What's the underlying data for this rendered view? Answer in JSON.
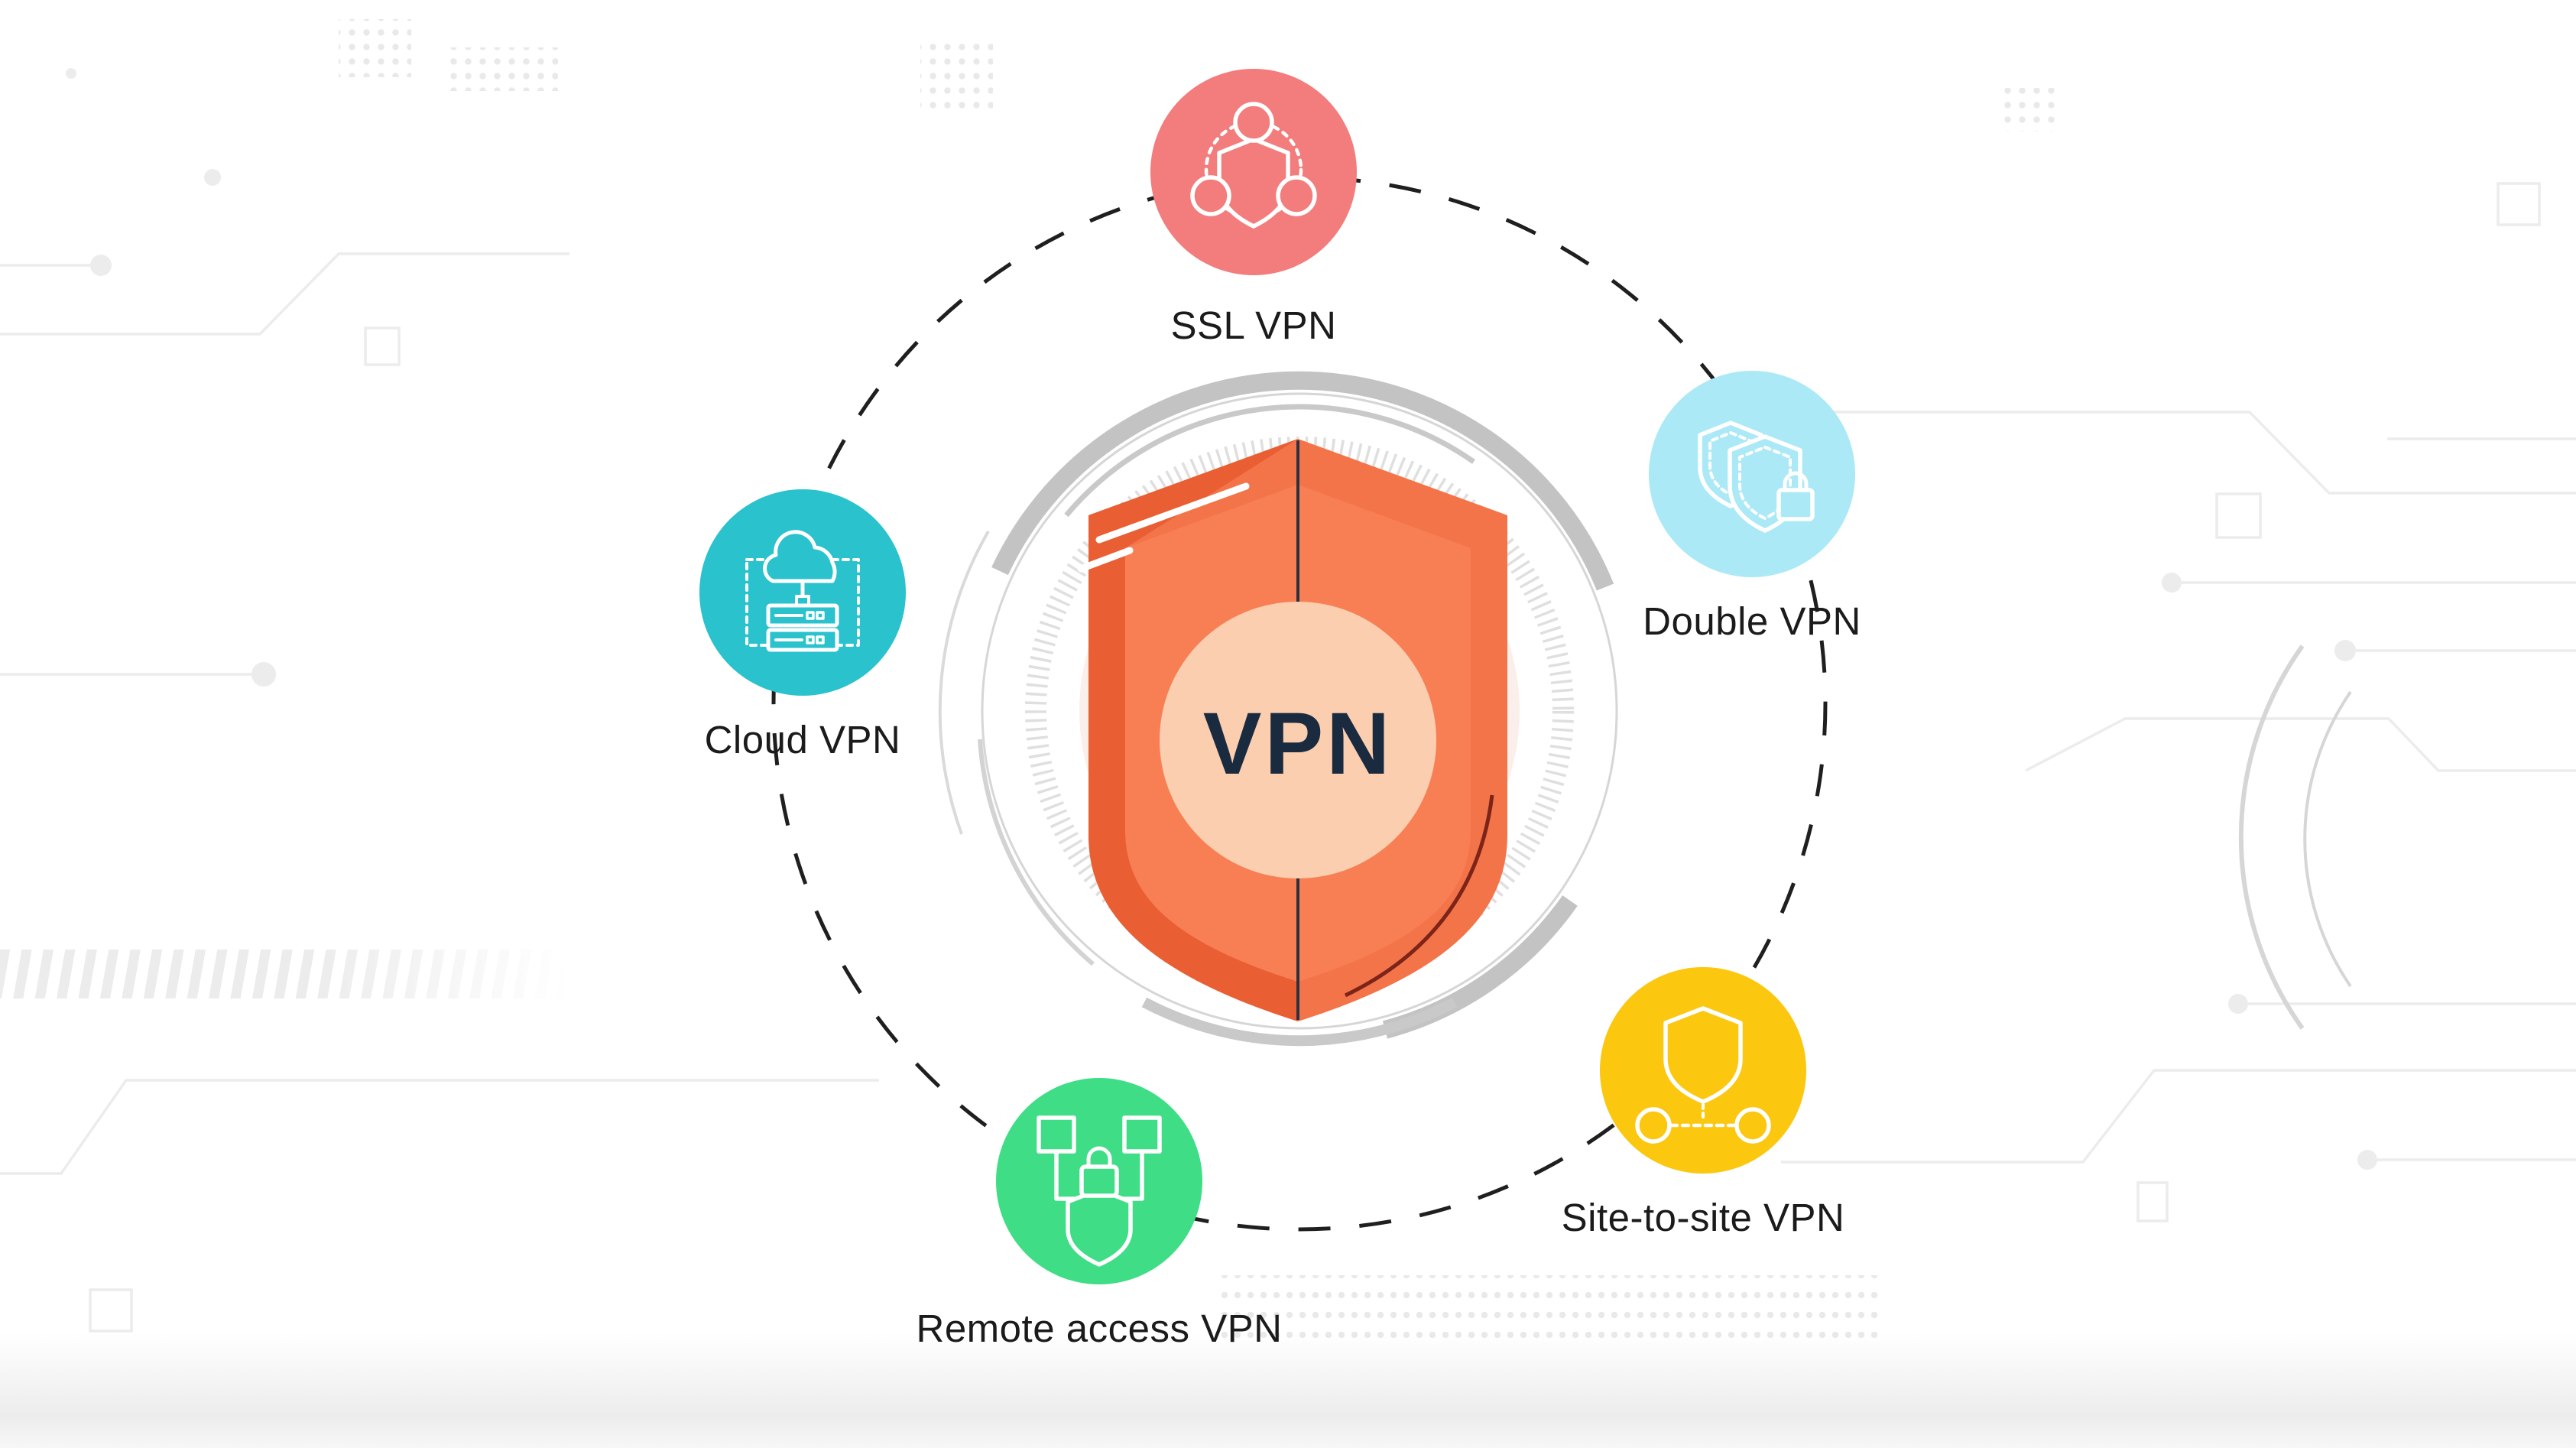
{
  "diagram": {
    "title": "VPN types diagram",
    "center": {
      "label": "VPN"
    },
    "nodes": [
      {
        "id": "ssl",
        "label": "SSL VPN",
        "color": "#f37c7c",
        "icon": "network-shield-icon"
      },
      {
        "id": "double",
        "label": "Double VPN",
        "color": "#abe9f6",
        "icon": "double-shield-lock-icon"
      },
      {
        "id": "site",
        "label": "Site-to-site VPN",
        "color": "#fbc70f",
        "icon": "shield-site-link-icon"
      },
      {
        "id": "remote",
        "label": "Remote access VPN",
        "color": "#3fdd85",
        "icon": "network-lock-shield-icon"
      },
      {
        "id": "cloud",
        "label": "Cloud VPN",
        "color": "#29c2cd",
        "icon": "cloud-server-icon"
      }
    ]
  },
  "theme": {
    "shield": "#f4744a",
    "shield_dark": "#e95f33",
    "shield_inner": "#f87f54",
    "badge": "#fcceb0",
    "vpn_text": "#1a2b3f",
    "ring": "#c3c3c3",
    "ring_light": "#d6d6d6",
    "tick": "#dcdcdc",
    "dashed": "#1f1f1f",
    "label": "#1b1b1b",
    "pattern": "#ececec",
    "pattern_dot": "#e9e9e9",
    "accent_line": "#7d2418"
  }
}
